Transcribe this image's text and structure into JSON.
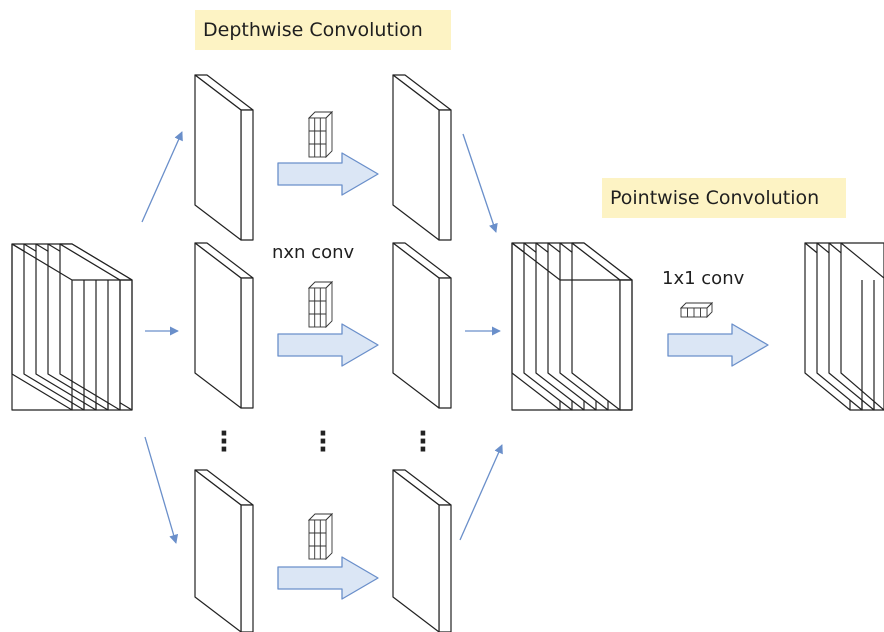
{
  "labels": {
    "depthwise_title": "Depthwise Convolution",
    "pointwise_title": "Pointwise Convolution",
    "nxn_conv": "nxn conv",
    "one_by_one_conv": "1x1 conv"
  },
  "colors": {
    "title_highlight": "#fdf3c4",
    "block_arrow_fill": "#dbe6f5",
    "arrow_line": "#6a8fca",
    "outline": "#222222"
  }
}
